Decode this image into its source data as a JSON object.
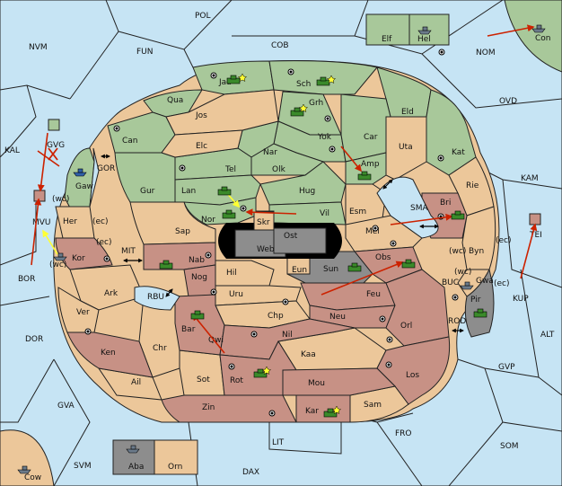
{
  "colors": {
    "sea": "#c6e4f4",
    "neutral": "#ecc79a",
    "green_power": "#a8c89a",
    "red_power": "#c79185",
    "gray_power": "#8d8d8d",
    "order_arrow": "#cc2200",
    "support_arrow": "#ffff33"
  },
  "sea_labels": {
    "pol": "POL",
    "fun": "FUN",
    "cob": "COB",
    "nvm": "NVM",
    "nom": "NOM",
    "ovd": "OVD",
    "kal": "KAL",
    "kam": "KAM",
    "gor": "GOR",
    "mit": "MIT",
    "sma": "SMA",
    "rbu": "RBU",
    "buc": "BUC",
    "bor": "BOR",
    "kup": "KUP",
    "rod": "ROD",
    "dor": "DOR",
    "alt": "ALT",
    "gvp": "GVP",
    "gva": "GVA",
    "lit": "LIT",
    "fro": "FRO",
    "som": "SOM",
    "svm": "SVM",
    "dax": "DAX",
    "gvg": "GVG",
    "mvu": "MVU"
  },
  "land_labels": {
    "jad": "Jad",
    "sch": "Sch",
    "qua": "Qua",
    "grh": "Grh",
    "eld": "Eld",
    "jos": "Jos",
    "can": "Can",
    "yok": "Yok",
    "car": "Car",
    "uta": "Uta",
    "kat": "Kat",
    "elc": "Elc",
    "nar": "Nar",
    "tel": "Tel",
    "olk": "Olk",
    "amp": "Amp",
    "gur": "Gur",
    "lan": "Lan",
    "hug": "Hug",
    "rie": "Rie",
    "gaw": "Gaw",
    "her": "Her",
    "nor": "Nor",
    "vil": "Vil",
    "esm": "Esm",
    "bri": "Bri",
    "sap": "Sap",
    "skr": "Skr",
    "ost": "Ost",
    "mel": "Mel",
    "web": "Web",
    "kor": "Kor",
    "nab": "Nab",
    "hil": "Hil",
    "obs": "Obs",
    "byn": "Byn",
    "eun": "Eun",
    "sun": "Sun",
    "ark": "Ark",
    "nog": "Nog",
    "uru": "Uru",
    "feu": "Feu",
    "gwa": "Gwa",
    "pir": "Pir",
    "ver": "Ver",
    "chp": "Chp",
    "neu": "Neu",
    "orl": "Orl",
    "bar": "Bar",
    "qwi": "Qwi",
    "ken": "Ken",
    "nil": "Nil",
    "chr": "Chr",
    "kaa": "Kaa",
    "rot": "Rot",
    "los": "Los",
    "ail": "Ail",
    "sot": "Sot",
    "mou": "Mou",
    "zin": "Zin",
    "kar": "Kar",
    "sam": "Sam",
    "elf": "Elf",
    "hel": "Hel",
    "con": "Con",
    "aba": "Aba",
    "orn": "Orn",
    "cow": "Cow",
    "tei": "TEI"
  },
  "coast_labels": {
    "gaw_wc": "(wc)",
    "her_ec": "(ec)",
    "kor_ec": "(ec)",
    "kor_wc": "(wc)",
    "byn_wc": "(wc)",
    "byn_ec": "(ec)",
    "gwa_wc": "(wc)",
    "gwa_ec": "(ec)"
  },
  "unit_types": {
    "army": "tank-icon",
    "fleet": "ship-icon",
    "supply_center": "supply-center-icon",
    "dislodged": "star-marker-icon"
  }
}
